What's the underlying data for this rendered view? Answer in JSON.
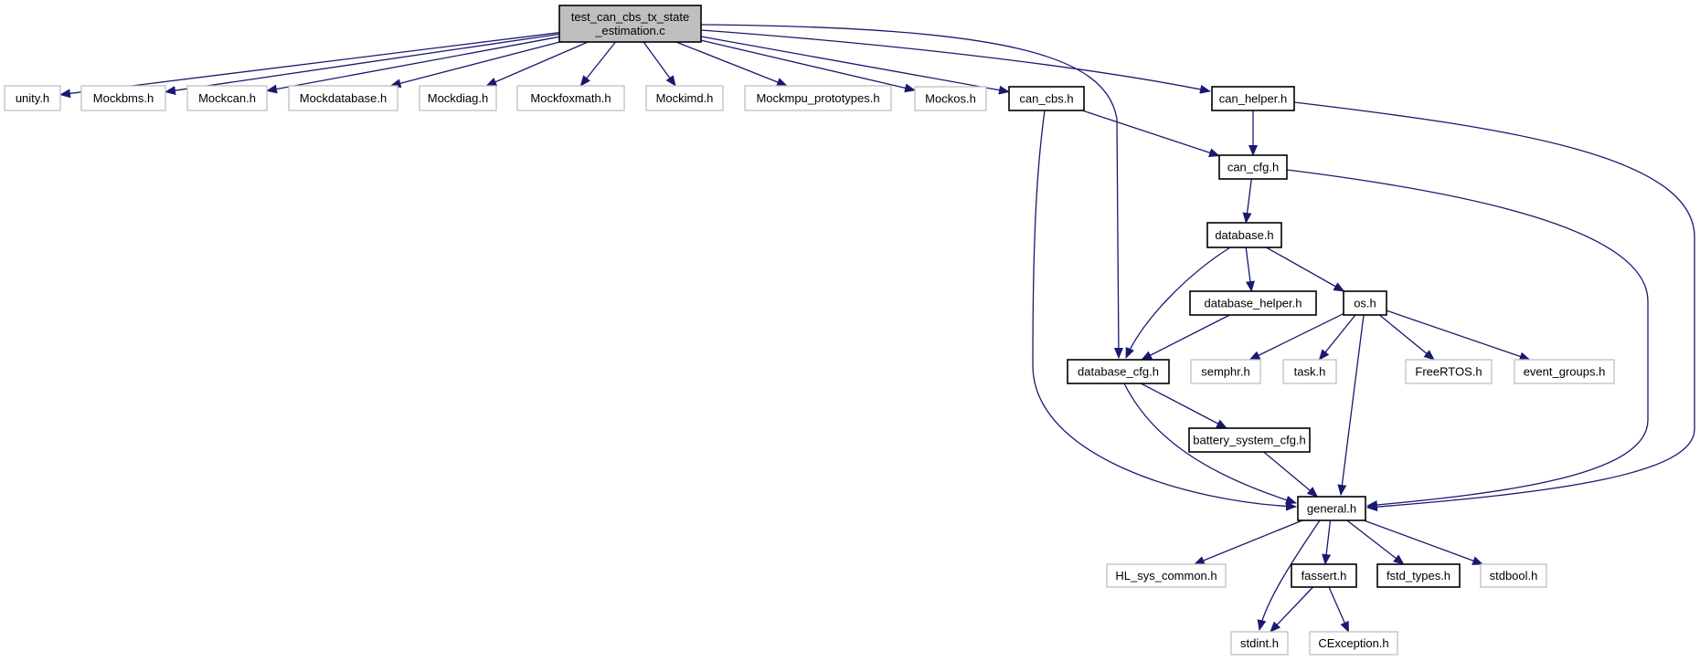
{
  "title": "Include dependency graph for test_can_cbs_tx_state_estimation.c",
  "colors": {
    "edge": "#191970",
    "root_fill": "#bfbfbf",
    "documented_border": "#000000",
    "undocumented_border": "#bfbfbf",
    "node_fill": "#ffffff"
  },
  "nodes": [
    {
      "id": "root",
      "lines": [
        "test_can_cbs_tx_state",
        "_estimation.c"
      ],
      "kind": "root"
    },
    {
      "id": "unity",
      "lines": [
        "unity.h"
      ],
      "kind": "external"
    },
    {
      "id": "mockbms",
      "lines": [
        "Mockbms.h"
      ],
      "kind": "external"
    },
    {
      "id": "mockcan",
      "lines": [
        "Mockcan.h"
      ],
      "kind": "external"
    },
    {
      "id": "mockdatabase",
      "lines": [
        "Mockdatabase.h"
      ],
      "kind": "external"
    },
    {
      "id": "mockdiag",
      "lines": [
        "Mockdiag.h"
      ],
      "kind": "external"
    },
    {
      "id": "mockfoxmath",
      "lines": [
        "Mockfoxmath.h"
      ],
      "kind": "external"
    },
    {
      "id": "mockimd",
      "lines": [
        "Mockimd.h"
      ],
      "kind": "external"
    },
    {
      "id": "mockmpu",
      "lines": [
        "Mockmpu_prototypes.h"
      ],
      "kind": "external"
    },
    {
      "id": "mockos",
      "lines": [
        "Mockos.h"
      ],
      "kind": "external"
    },
    {
      "id": "can_cbs",
      "lines": [
        "can_cbs.h"
      ],
      "kind": "documented"
    },
    {
      "id": "can_helper",
      "lines": [
        "can_helper.h"
      ],
      "kind": "documented"
    },
    {
      "id": "can_cfg",
      "lines": [
        "can_cfg.h"
      ],
      "kind": "documented"
    },
    {
      "id": "database",
      "lines": [
        "database.h"
      ],
      "kind": "documented"
    },
    {
      "id": "database_helper",
      "lines": [
        "database_helper.h"
      ],
      "kind": "documented"
    },
    {
      "id": "os",
      "lines": [
        "os.h"
      ],
      "kind": "documented"
    },
    {
      "id": "database_cfg",
      "lines": [
        "database_cfg.h"
      ],
      "kind": "documented"
    },
    {
      "id": "semphr",
      "lines": [
        "semphr.h"
      ],
      "kind": "external"
    },
    {
      "id": "task",
      "lines": [
        "task.h"
      ],
      "kind": "external"
    },
    {
      "id": "freertos",
      "lines": [
        "FreeRTOS.h"
      ],
      "kind": "external"
    },
    {
      "id": "event_groups",
      "lines": [
        "event_groups.h"
      ],
      "kind": "external"
    },
    {
      "id": "battery_system_cfg",
      "lines": [
        "battery_system_cfg.h"
      ],
      "kind": "documented"
    },
    {
      "id": "general",
      "lines": [
        "general.h"
      ],
      "kind": "documented"
    },
    {
      "id": "hl_sys_common",
      "lines": [
        "HL_sys_common.h"
      ],
      "kind": "external"
    },
    {
      "id": "fassert",
      "lines": [
        "fassert.h"
      ],
      "kind": "documented"
    },
    {
      "id": "fstd_types",
      "lines": [
        "fstd_types.h"
      ],
      "kind": "documented"
    },
    {
      "id": "stdbool",
      "lines": [
        "stdbool.h"
      ],
      "kind": "external"
    },
    {
      "id": "stdint",
      "lines": [
        "stdint.h"
      ],
      "kind": "external"
    },
    {
      "id": "cexception",
      "lines": [
        "CException.h"
      ],
      "kind": "external"
    }
  ],
  "edges": [
    [
      "root",
      "unity"
    ],
    [
      "root",
      "mockbms"
    ],
    [
      "root",
      "mockcan"
    ],
    [
      "root",
      "mockdatabase"
    ],
    [
      "root",
      "mockdiag"
    ],
    [
      "root",
      "mockfoxmath"
    ],
    [
      "root",
      "mockimd"
    ],
    [
      "root",
      "mockmpu"
    ],
    [
      "root",
      "mockos"
    ],
    [
      "root",
      "can_cbs"
    ],
    [
      "root",
      "can_helper"
    ],
    [
      "root",
      "database_cfg"
    ],
    [
      "can_cbs",
      "can_cfg"
    ],
    [
      "can_cbs",
      "general"
    ],
    [
      "can_helper",
      "can_cfg"
    ],
    [
      "can_helper",
      "general"
    ],
    [
      "can_cfg",
      "database"
    ],
    [
      "can_cfg",
      "general"
    ],
    [
      "database",
      "database_cfg"
    ],
    [
      "database",
      "database_helper"
    ],
    [
      "database",
      "os"
    ],
    [
      "database_helper",
      "database_cfg"
    ],
    [
      "os",
      "semphr"
    ],
    [
      "os",
      "task"
    ],
    [
      "os",
      "freertos"
    ],
    [
      "os",
      "event_groups"
    ],
    [
      "os",
      "general"
    ],
    [
      "database_cfg",
      "battery_system_cfg"
    ],
    [
      "database_cfg",
      "general"
    ],
    [
      "battery_system_cfg",
      "general"
    ],
    [
      "general",
      "hl_sys_common"
    ],
    [
      "general",
      "stdint"
    ],
    [
      "general",
      "fassert"
    ],
    [
      "general",
      "fstd_types"
    ],
    [
      "general",
      "stdbool"
    ],
    [
      "fassert",
      "stdint"
    ],
    [
      "fassert",
      "cexception"
    ]
  ]
}
